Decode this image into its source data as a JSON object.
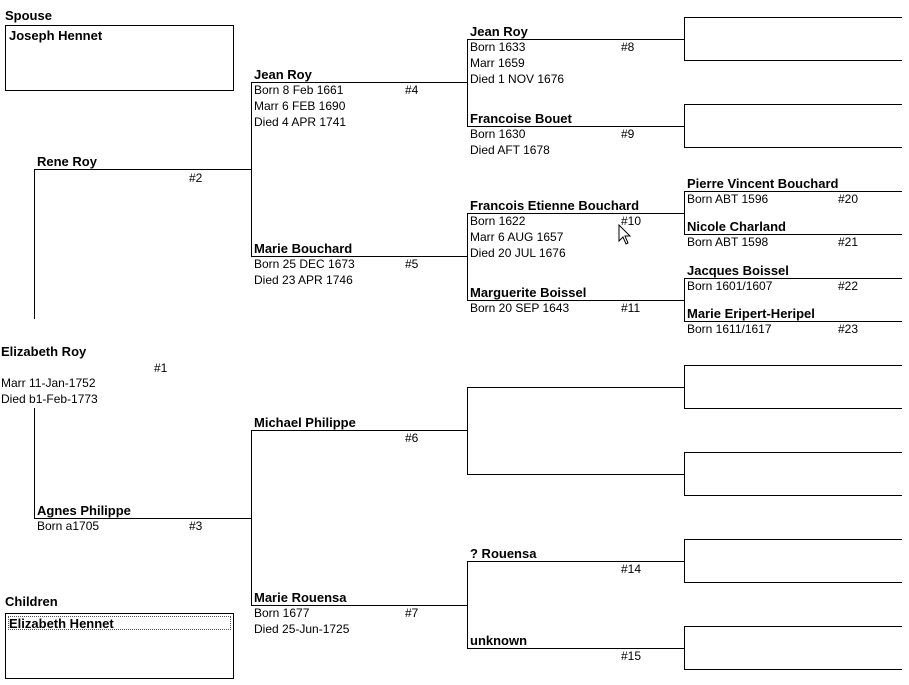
{
  "spouse": {
    "label": "Spouse",
    "name": "Joseph Hennet"
  },
  "children": {
    "label": "Children",
    "items": [
      "Elizabeth Hennet"
    ]
  },
  "p1": {
    "name": "Elizabeth Roy",
    "num": "#1",
    "marr": "Marr 11-Jan-1752",
    "died": "Died b1-Feb-1773"
  },
  "p2": {
    "name": "Rene Roy",
    "num": "#2"
  },
  "p3": {
    "name": "Agnes Philippe",
    "num": "#3",
    "born": "Born a1705"
  },
  "p4": {
    "name": "Jean Roy",
    "num": "#4",
    "born": "Born 8 Feb 1661",
    "marr": "Marr 6 FEB 1690",
    "died": "Died 4 APR 1741"
  },
  "p5": {
    "name": "Marie Bouchard",
    "num": "#5",
    "born": "Born 25 DEC 1673",
    "died": "Died 23 APR 1746"
  },
  "p6": {
    "name": "Michael Philippe",
    "num": "#6"
  },
  "p7": {
    "name": "Marie Rouensa",
    "num": "#7",
    "born": "Born 1677",
    "died": "Died 25-Jun-1725"
  },
  "p8": {
    "name": "Jean Roy",
    "num": "#8",
    "born": "Born 1633",
    "marr": "Marr 1659",
    "died": "Died 1 NOV 1676"
  },
  "p9": {
    "name": "Francoise Bouet",
    "num": "#9",
    "born": "Born 1630",
    "died": "Died AFT 1678"
  },
  "p10": {
    "name": "Francois Etienne Bouchard",
    "num": "#10",
    "born": "Born 1622",
    "marr": "Marr 6 AUG 1657",
    "died": "Died 20 JUL 1676"
  },
  "p11": {
    "name": "Marguerite Boissel",
    "num": "#11",
    "born": "Born 20 SEP 1643"
  },
  "p14": {
    "name": "? Rouensa",
    "num": "#14"
  },
  "p15": {
    "name": "unknown",
    "num": "#15"
  },
  "p20": {
    "name": "Pierre Vincent Bouchard",
    "num": "#20",
    "born": "Born ABT 1596"
  },
  "p21": {
    "name": "Nicole Charland",
    "num": "#21",
    "born": "Born ABT 1598"
  },
  "p22": {
    "name": "Jacques Boissel",
    "num": "#22",
    "born": "Born 1601/1607"
  },
  "p23": {
    "name": "Marie Eripert-Heripel",
    "num": "#23",
    "born": "Born 1611/1617"
  }
}
